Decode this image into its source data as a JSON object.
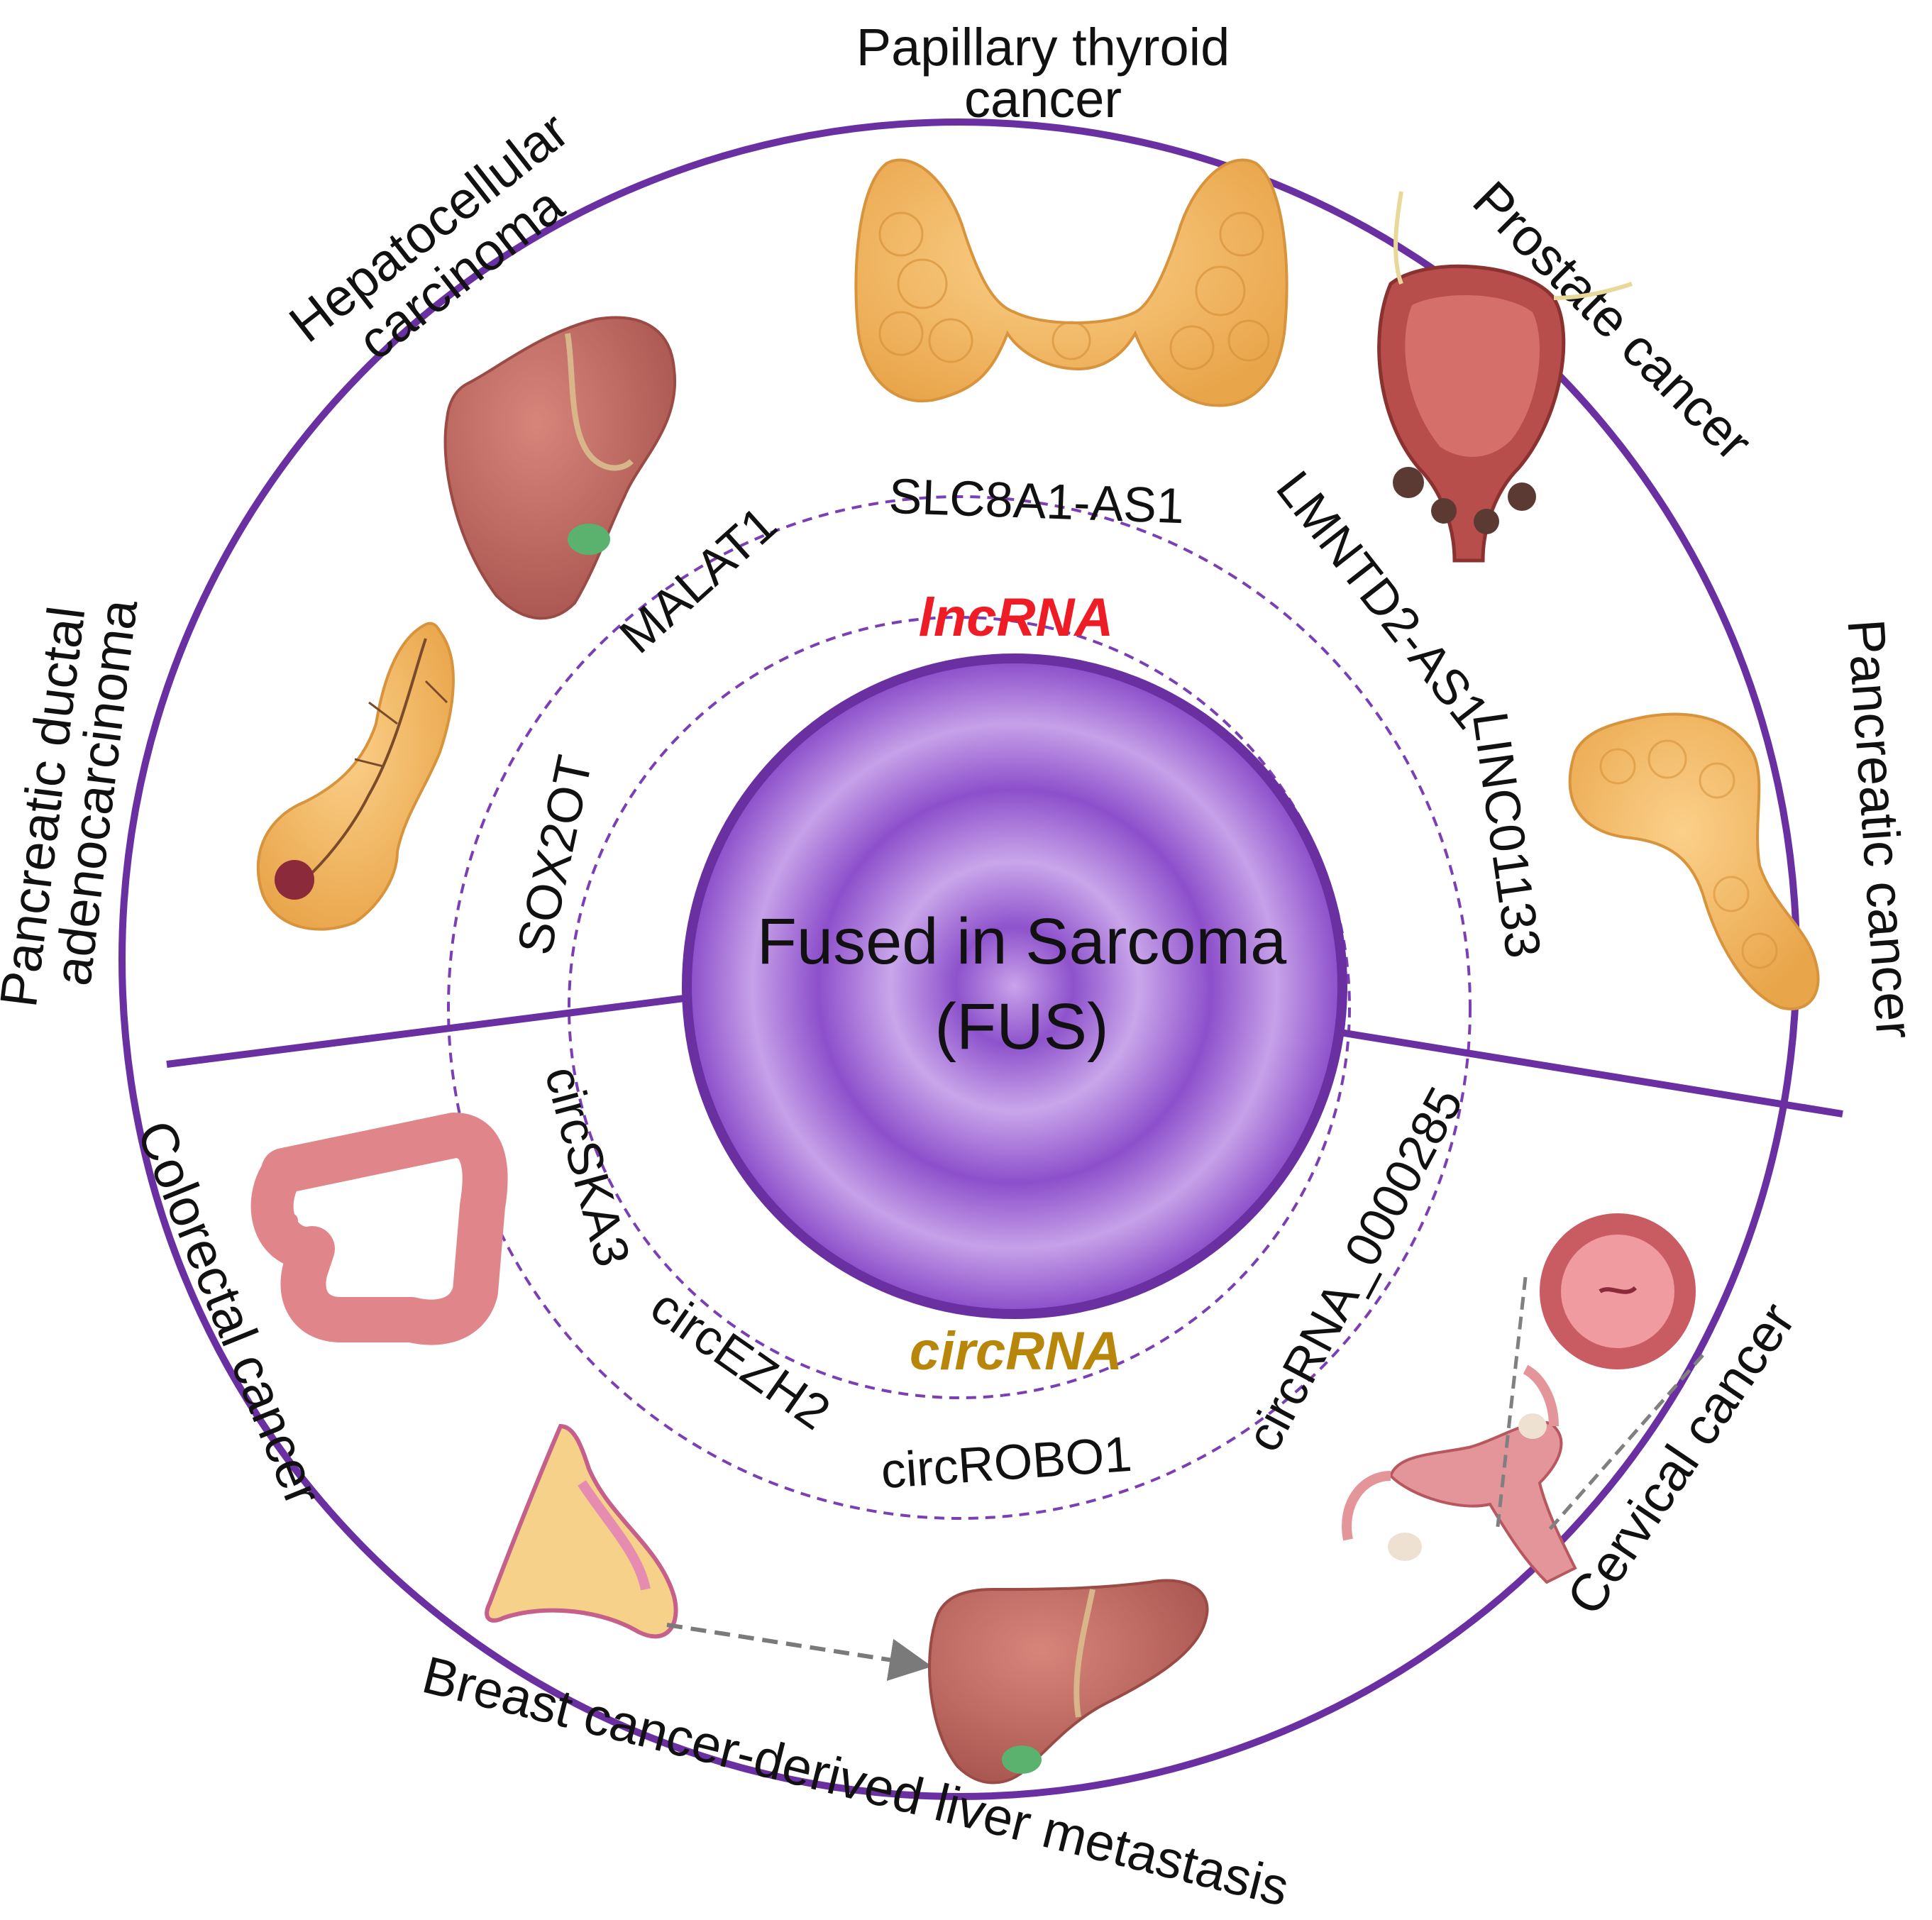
{
  "center": {
    "line1": "Fused in Sarcoma",
    "line2": "(FUS)"
  },
  "categories": {
    "lnc": {
      "label": "lncRNA",
      "color": "#ee1c25"
    },
    "circ": {
      "label": "circRNA",
      "color": "#b8860b"
    }
  },
  "lncRNAs": [
    "SOX2OT",
    "MALAT1",
    "SLC8A1-AS1",
    "LMNTD2-AS1",
    "LINC01133"
  ],
  "circRNAs": [
    "circSKA3",
    "circEZH2",
    "circROBO1",
    "circRNA_0000285"
  ],
  "cancers": {
    "thyroid": [
      "Papillary thyroid",
      "cancer"
    ],
    "hcc": [
      "Hepatocellular",
      "carcinoma"
    ],
    "prostate": "Prostate cancer",
    "pdac": [
      "Pancreatic ductal",
      "adenocarcinoma"
    ],
    "pancreatic": "Pancreatic cancer",
    "colorectal": "Colorectal cancer",
    "cervical": "Cervical cancer",
    "breast_liver": "Breast cancer-derived liver metastasis"
  },
  "icons": [
    "thyroid-icon",
    "liver-icon",
    "prostate-icon",
    "pancreas-tumor-icon",
    "pancreas-icon",
    "colon-icon",
    "uterus-icon",
    "cervix-icon",
    "breast-icon",
    "liver-metastasis-icon"
  ],
  "colors": {
    "accent": "#6a2fa0",
    "ring": "#7b3fb3",
    "organ_orange": "#f0b35a",
    "organ_liver": "#c9726a",
    "organ_pink": "#e28a8f"
  }
}
